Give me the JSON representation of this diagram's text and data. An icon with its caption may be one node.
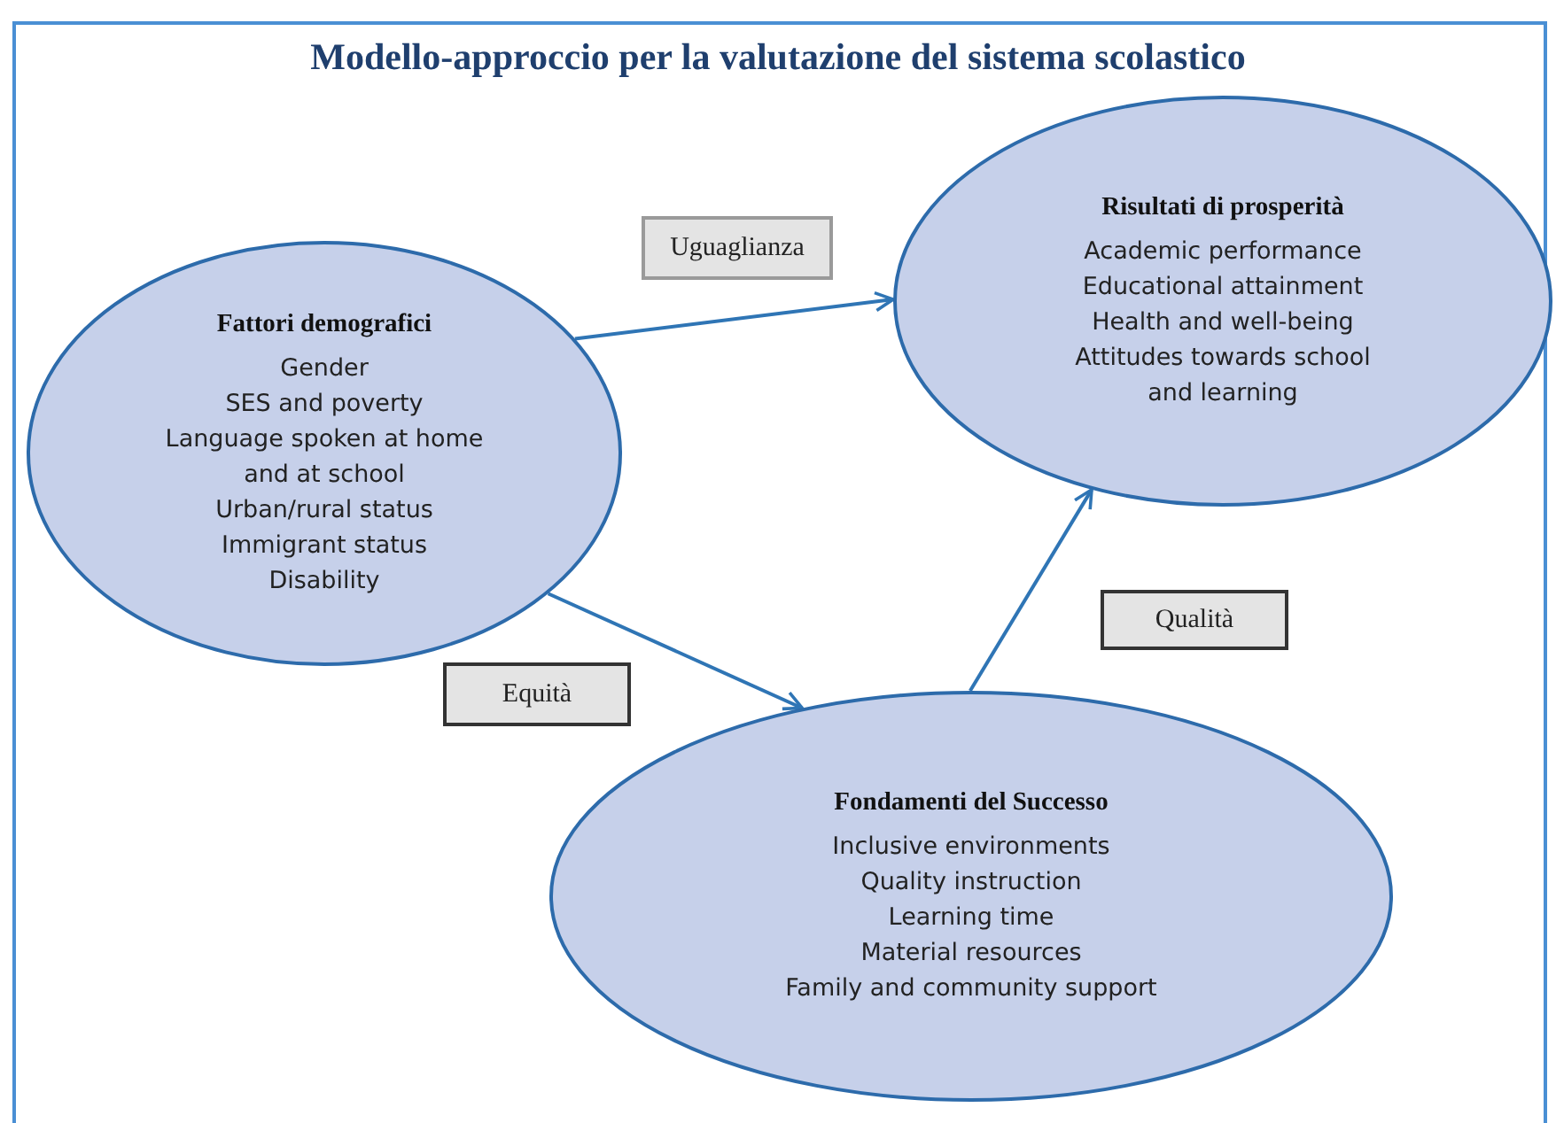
{
  "diagram": {
    "title": "Modello-approccio per la valutazione del sistema scolastico",
    "nodes": [
      {
        "text": [
          "Fattori demografici",
          "Gender",
          "SES and poverty",
          "Language spoken at home and at school",
          "Urban/rural status",
          "Immigrant status",
          "Disability"
        ]
      },
      {
        "text": [
          "Risultati di prosperità",
          "Academic performance",
          "Educational attainment",
          "Health and well-being",
          "Attitudes towards school and learning"
        ]
      },
      {
        "text": [
          "Fondamenti del Successo",
          "Inclusive environments",
          "Quality instruction",
          "Learning time",
          "Material resources",
          "Family and community support"
        ]
      },
      {
        "text": [
          "Uguaglianza"
        ]
      },
      {
        "text": [
          "Equità"
        ]
      },
      {
        "text": [
          "Qualità"
        ]
      }
    ],
    "edges": [
      {
        "from": 0,
        "to": 1,
        "arrow": "to"
      },
      {
        "from": 0,
        "to": 2,
        "arrow": "to"
      },
      {
        "from": 2,
        "to": 1,
        "arrow": "to"
      }
    ]
  }
}
